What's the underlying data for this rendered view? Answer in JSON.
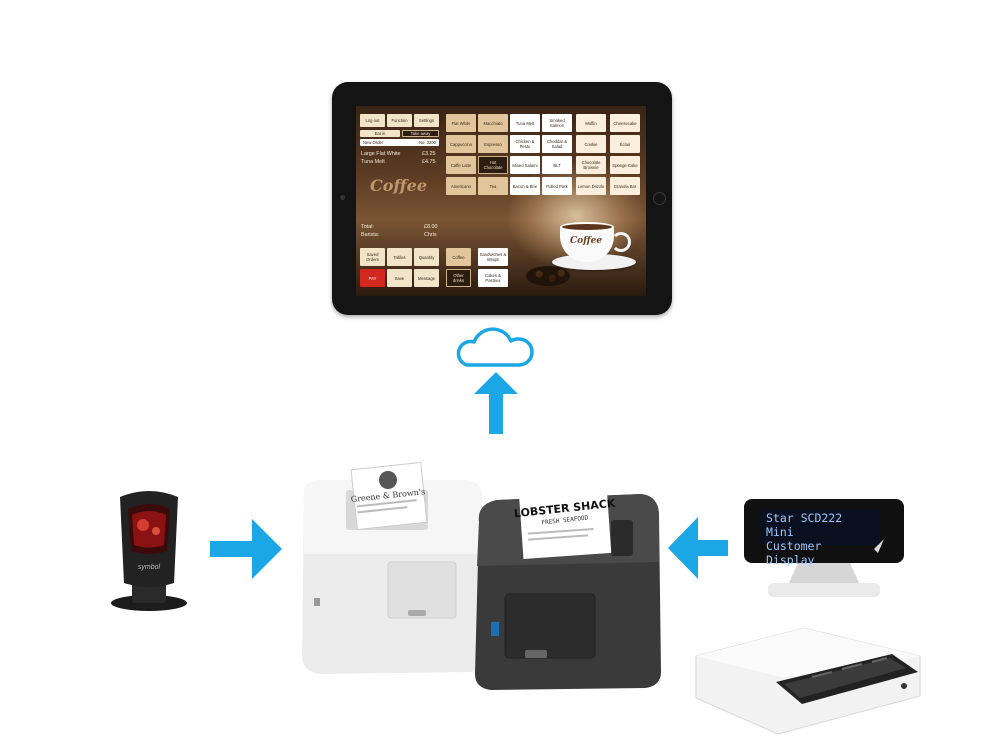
{
  "pos_screen": {
    "top_buttons": {
      "log_out": "Log out",
      "function": "Function",
      "settings": "Settings"
    },
    "order_type": {
      "eat_in": "Eat in",
      "take_away": "Take away"
    },
    "order_header": {
      "label": "New Order",
      "number": "No. 3200"
    },
    "items": [
      {
        "name": "Large Flat White",
        "price": "£3.25"
      },
      {
        "name": "Tuna Melt",
        "price": "£4.75"
      }
    ],
    "summary": {
      "total_label": "Total:",
      "total_value": "£8.00",
      "barista_label": "Barista:",
      "barista_value": "Chris"
    },
    "logo_text": "Coffee",
    "menu": [
      [
        "Flat White",
        "Macchiato",
        "Tuna Melt",
        "Smoked Salmon",
        "Muffin",
        "Cheesecake"
      ],
      [
        "Cappuccino",
        "Espresso",
        "Chicken & Pesto",
        "Cheddar & Salad",
        "Cookie",
        "Éclair"
      ],
      [
        "Caffe Latte",
        "Hot Chocolate",
        "Mixed Salami",
        "BLT",
        "Chocolate Brownie",
        "Sponge Cake"
      ],
      [
        "Americano",
        "Tea",
        "Bacon & Brie",
        "Pulled Pork",
        "Lemon Drizzle",
        "Granola Bar"
      ]
    ],
    "bottom_row1": [
      "Saved Orders",
      "Tables",
      "Quantity",
      "Coffee",
      "Sandwiches & Wraps"
    ],
    "bottom_row2": [
      "PAY",
      "Save",
      "Message",
      "Other drinks",
      "Cakes & Pastries"
    ],
    "cup_logo": "Coffee"
  },
  "customer_display": {
    "line1": "Star SCD222 Mini",
    "line2": "Customer Display"
  },
  "printer_white": {
    "receipt_brand": "Greene & Brown's"
  },
  "printer_black": {
    "receipt_brand": "LOBSTER SHACK",
    "receipt_sub": "FRESH SEAFOOD"
  },
  "scanner": {
    "brand": "symbol"
  },
  "colors": {
    "arrow": "#1ba6e6",
    "cloud": "#1ba6e6"
  }
}
